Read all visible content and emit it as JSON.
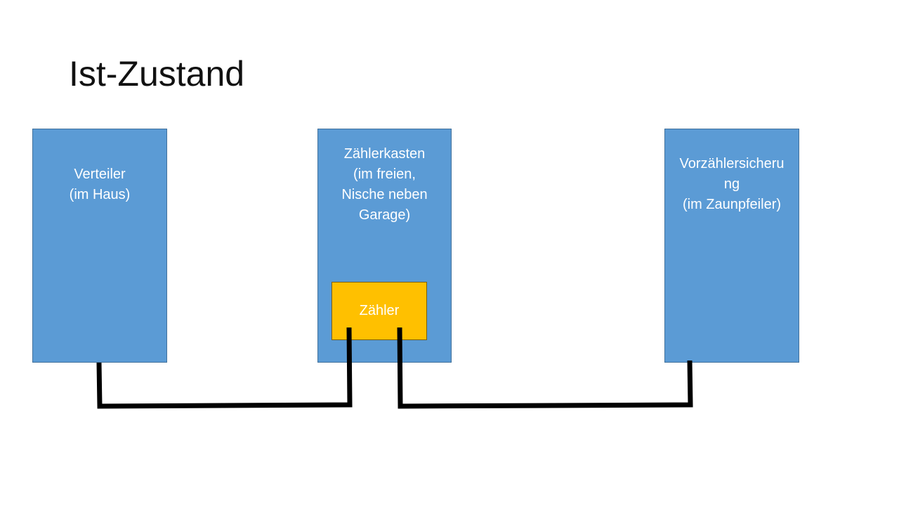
{
  "slide": {
    "title": "Ist-Zustand"
  },
  "boxes": {
    "verteiler": {
      "label": "Verteiler\n(im Haus)"
    },
    "zaehlerkasten": {
      "label": "Zählerkasten\n(im freien,\nNische neben\nGarage)"
    },
    "vorzaehlersicherung": {
      "label": "Vorzählersicheru\nng\n(im Zaunpfeiler)"
    },
    "zaehler": {
      "label": "Zähler"
    }
  },
  "colors": {
    "box_fill": "#5b9bd5",
    "box_border": "#41719c",
    "meter_fill": "#ffc000",
    "wire": "#000000"
  }
}
